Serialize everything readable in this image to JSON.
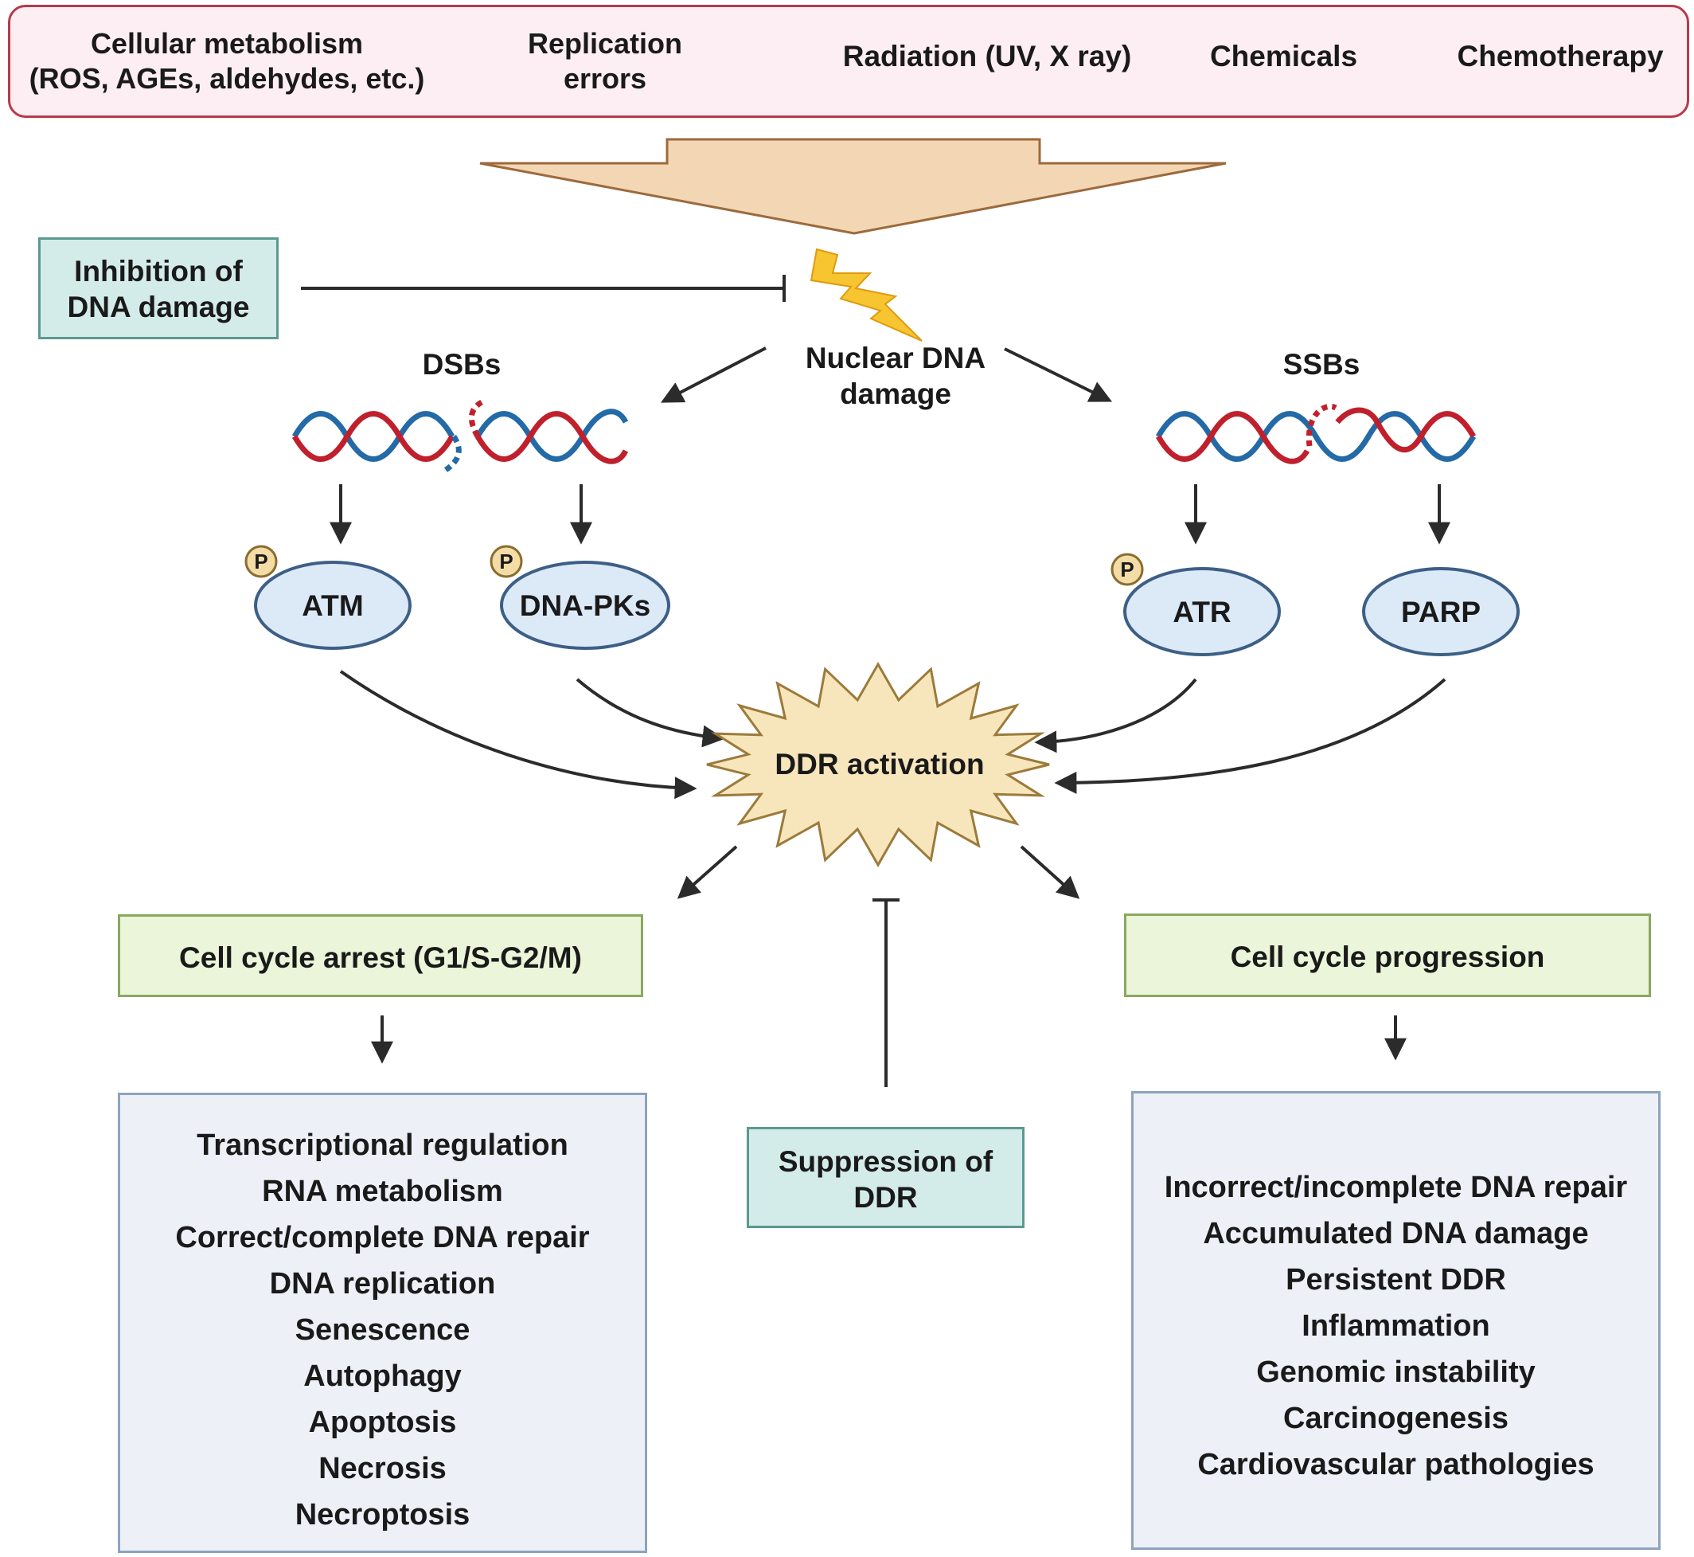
{
  "sources": [
    "Cellular metabolism\n(ROS, AGEs, aldehydes, etc.)",
    "Replication\nerrors",
    "Radiation (UV, X ray)",
    "Chemicals",
    "Chemotherapy"
  ],
  "inhibition_label": "Inhibition of\nDNA damage",
  "nuclear_damage_label": "Nuclear DNA\ndamage",
  "dsb_label": "DSBs",
  "ssb_label": "SSBs",
  "phospho_label": "P",
  "proteins": {
    "atm": "ATM",
    "dnapk": "DNA-PKs",
    "atr": "ATR",
    "parp": "PARP"
  },
  "ddr_label": "DDR activation",
  "arrest_label": "Cell cycle arrest (G1/S-G2/M)",
  "progression_label": "Cell cycle progression",
  "suppression_label": "Suppression of\nDDR",
  "arrest_outcomes": [
    "Transcriptional regulation",
    "RNA metabolism",
    "Correct/complete DNA repair",
    "DNA replication",
    "Senescence",
    "Autophagy",
    "Apoptosis",
    "Necrosis",
    "Necroptosis"
  ],
  "progression_outcomes": [
    "Incorrect/incomplete DNA repair",
    "Accumulated DNA damage",
    "Persistent DDR",
    "Inflammation",
    "Genomic instability",
    "Carcinogenesis",
    "Cardiovascular pathologies"
  ],
  "colors": {
    "source_box_fill": "#fdeef4",
    "source_box_border": "#b83a4b",
    "big_arrow_fill": "#f3d7b5",
    "big_arrow_border": "#9c6a3c",
    "teal_box_fill": "#d4ece9",
    "teal_box_border": "#5a9a90",
    "green_box_fill": "#ebf5d9",
    "green_box_border": "#8aa860",
    "outcome_box_fill": "#edf1f7",
    "outcome_box_border": "#8da3bf",
    "protein_fill": "#dce9f7",
    "protein_border": "#3d5f86",
    "phospho_fill": "#f3dca6",
    "phospho_border": "#8a6d2e",
    "burst_fill": "#f7e6bb",
    "burst_border": "#9c7a3a",
    "lightning_fill": "#f6c530",
    "dna_red": "#c0202c",
    "dna_blue": "#236aa6"
  }
}
